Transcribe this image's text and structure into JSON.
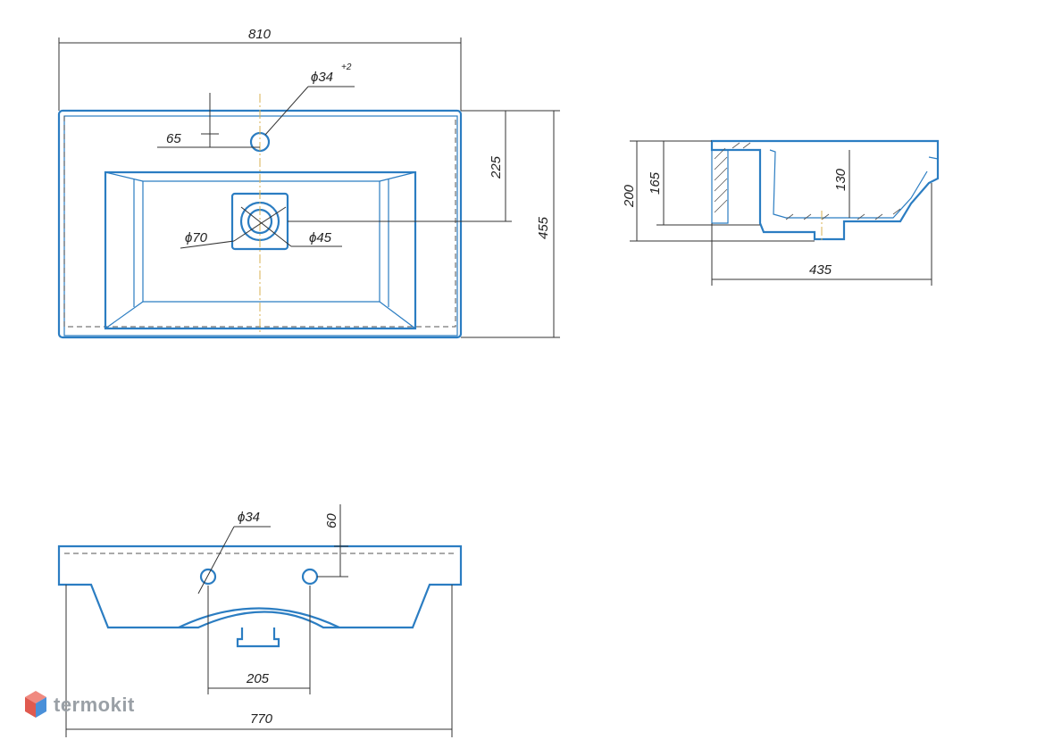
{
  "drawing": {
    "top_view": {
      "width_dim": "810",
      "hole_dim": "ϕ34",
      "hole_tol": "+2",
      "offset_dim": "65",
      "drain_outer_dim": "ϕ70",
      "drain_inner_dim": "ϕ45",
      "drain_center_dim": "225",
      "depth_dim": "455"
    },
    "side_view": {
      "height_dim": "200",
      "inner_height_dim": "165",
      "bowl_depth_dim": "130",
      "length_dim": "435"
    },
    "front_view": {
      "hole_dim": "ϕ34",
      "hole_offset_dim": "60",
      "hole_spacing_dim": "205",
      "base_width_dim": "770"
    }
  },
  "brand": {
    "name": "termokit",
    "logo_icon": "cube-icon",
    "colors": {
      "outline": "#2b7dc2",
      "logo_red": "#e05a4f",
      "logo_blue": "#4a90d9",
      "logo_text": "#9aa0a6"
    }
  }
}
